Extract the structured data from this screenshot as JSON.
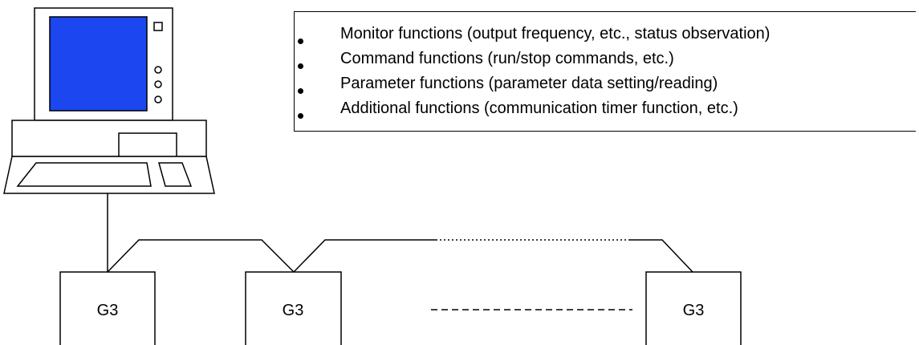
{
  "functions": [
    "Monitor functions (output frequency, etc., status observation)",
    "Command functions (run/stop commands, etc.)",
    "Parameter functions (parameter data setting/reading)",
    "Additional functions (communication timer function, etc.)"
  ],
  "units": [
    "G3",
    "G3",
    "G3"
  ],
  "colors": {
    "screen": "#1b46f0",
    "line": "#000000"
  }
}
